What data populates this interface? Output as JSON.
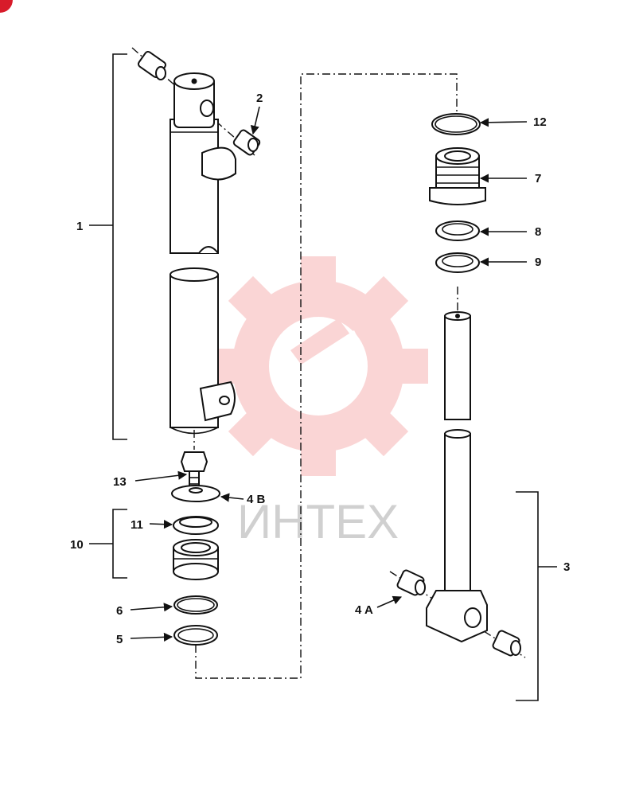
{
  "watermark": {
    "text": "ИНТЕХ",
    "color": "#f08080"
  },
  "callouts": {
    "c1": "1",
    "c2": "2",
    "c3": "3",
    "c4a": "4 A",
    "c4b": "4 B",
    "c5": "5",
    "c6": "6",
    "c7": "7",
    "c8": "8",
    "c9": "9",
    "c10": "10",
    "c11": "11",
    "c12": "12",
    "c13": "13"
  }
}
